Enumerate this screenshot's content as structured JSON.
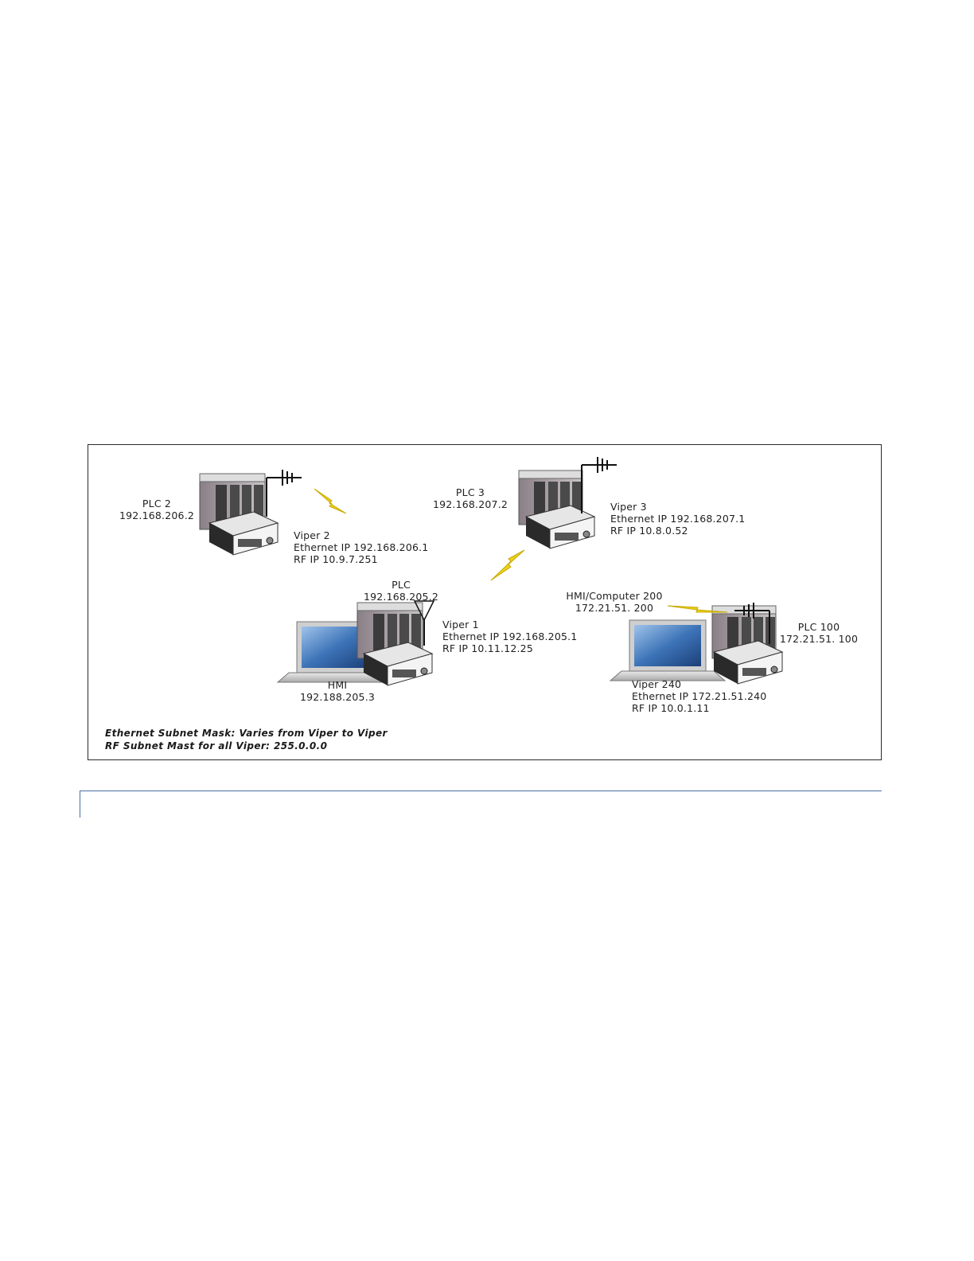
{
  "nodes": {
    "plc2": {
      "name": "PLC 2",
      "ip": "192.168.206.2"
    },
    "viper2": {
      "name": "Viper 2",
      "eth": "Ethernet IP 192.168.206.1",
      "rf": "RF IP 10.9.7.251"
    },
    "plc3": {
      "name": "PLC 3",
      "ip": "192.168.207.2"
    },
    "viper3": {
      "name": "Viper 3",
      "eth": "Ethernet IP 192.168.207.1",
      "rf": "RF IP 10.8.0.52"
    },
    "plc": {
      "name": "PLC",
      "ip": "192.168.205.2"
    },
    "viper1": {
      "name": "Viper 1",
      "eth": "Ethernet IP 192.168.205.1",
      "rf": "RF IP 10.11.12.25"
    },
    "hmi": {
      "name": "HMI",
      "ip": "192.188.205.3"
    },
    "hmi200": {
      "name": "HMI/Computer 200",
      "ip": "172.21.51. 200"
    },
    "plc100": {
      "name": "PLC 100",
      "ip": "172.21.51. 100"
    },
    "viper240": {
      "name": "Viper 240",
      "eth": "Ethernet IP 172.21.51.240",
      "rf": "RF IP 10.0.1.11"
    }
  },
  "notes": {
    "ethernet_mask": "Ethernet Subnet Mask: Varies from Viper to Viper",
    "rf_mask": "RF Subnet Mast for all Viper: 255.0.0.0"
  },
  "colors": {
    "lightning": "#e8d21c",
    "rule": "#4a6fa5"
  }
}
